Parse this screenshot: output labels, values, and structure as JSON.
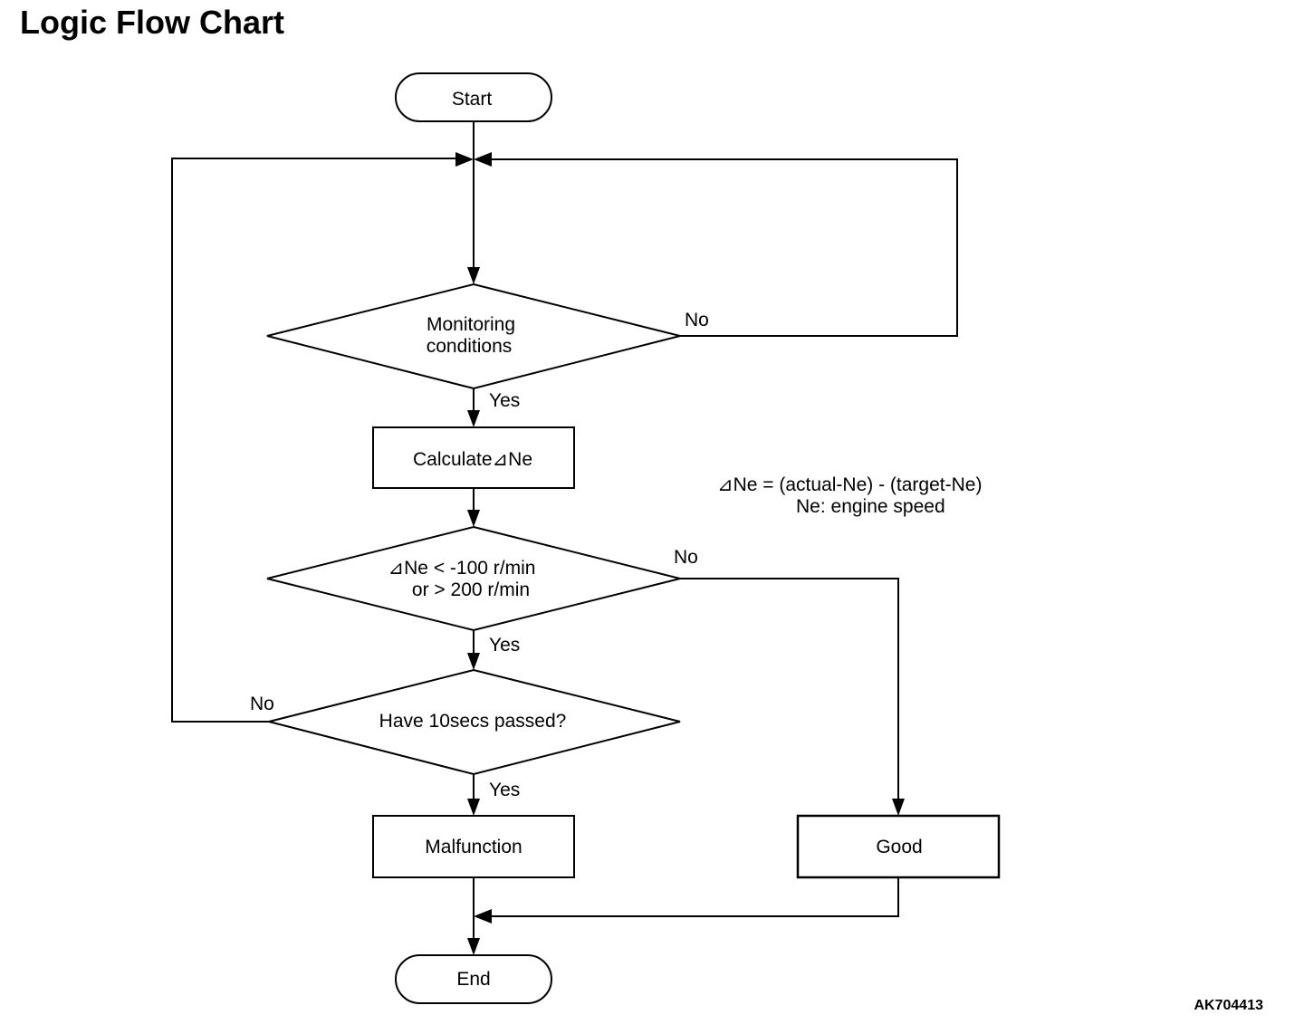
{
  "title": "Logic Flow Chart",
  "figure_code": "AK704413",
  "nodes": {
    "start": "Start",
    "monitoring": [
      "Monitoring",
      "conditions"
    ],
    "calculate": {
      "text": "Calculate",
      "symbol": "⊿",
      "suffix": "Ne"
    },
    "threshold": {
      "line1": "Ne < -100 r/min",
      "line2": "or > 200 r/min",
      "symbol": "⊿"
    },
    "ten_secs": "Have 10secs passed?",
    "malfunction": "Malfunction",
    "good": "Good",
    "end": "End"
  },
  "labels": {
    "monitoring_no": "No",
    "monitoring_yes": "Yes",
    "threshold_no": "No",
    "threshold_yes": "Yes",
    "ten_secs_no": "No",
    "ten_secs_yes": "Yes"
  },
  "note": {
    "symbol": "⊿",
    "line1": "Ne = (actual-Ne) - (target-Ne)",
    "line2": "Ne:  engine speed"
  }
}
